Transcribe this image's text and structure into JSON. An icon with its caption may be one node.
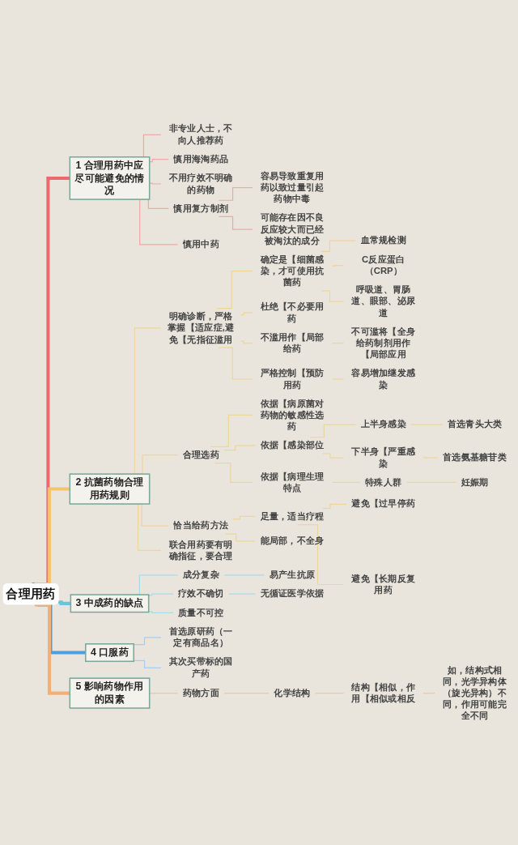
{
  "diagram": {
    "nodes": [
      {
        "text": [
          "合理用药"
        ]
      },
      {
        "text": [
          "1 合理用药中应尽可能避免的情况"
        ]
      },
      {
        "text": [
          "非专业人士，不向人推荐药"
        ]
      },
      {
        "text": [
          "慎用海淘药品"
        ]
      },
      {
        "text": [
          "不用疗效不明确的药物"
        ]
      },
      {
        "text": [
          "慎用复方制剂"
        ]
      },
      {
        "text": [
          "容易导致重复用药以致过量引起药物中毒"
        ]
      },
      {
        "text": [
          "可能存在因不良反应较大而已经被淘汰的成分"
        ]
      },
      {
        "text": [
          "慎用中药"
        ]
      },
      {
        "text": [
          "2 抗菌药物合理用药规则"
        ]
      },
      {
        "text": [
          "明确诊断，严格掌握【适应症,避免【无指征滥用"
        ]
      },
      {
        "text": [
          "确定是【细菌感染，才可使用抗菌药"
        ]
      },
      {
        "text": [
          "血常规检测"
        ]
      },
      {
        "text": [
          "C反应蛋白（CRP）"
        ]
      },
      {
        "text": [
          "呼吸道、胃肠道、眼部、泌尿道"
        ]
      },
      {
        "text": [
          "杜绝【不必要用药"
        ]
      },
      {
        "text": [
          "不滥用作【局部给药"
        ]
      },
      {
        "text": [
          "不可滥将【全身给药制剂用作【局部应用"
        ]
      },
      {
        "text": [
          "容易增加继发感染"
        ]
      },
      {
        "text": [
          "严格控制【预防用药"
        ]
      },
      {
        "text": [
          "合理选药"
        ]
      },
      {
        "text": [
          "依据【病原菌对药物的敏感性选药"
        ]
      },
      {
        "text": [
          "依据【感染部位"
        ]
      },
      {
        "text": [
          "上半身感染"
        ]
      },
      {
        "text": [
          "首选青头大类"
        ]
      },
      {
        "text": [
          "下半身【严重感染"
        ]
      },
      {
        "text": [
          "首选氨基糖苷类"
        ]
      },
      {
        "text": [
          "依据【病理生理特点"
        ]
      },
      {
        "text": [
          "特殊人群"
        ]
      },
      {
        "text": [
          "妊娠期"
        ]
      },
      {
        "text": [
          "恰当给药方法"
        ]
      },
      {
        "text": [
          "足量，适当疗程"
        ]
      },
      {
        "text": [
          "避免【过早停药"
        ]
      },
      {
        "text": [
          "避免【长期反复用药"
        ]
      },
      {
        "text": [
          "能局部，不全身"
        ]
      },
      {
        "text": [
          "联合用药要有明确指征，要合理"
        ]
      },
      {
        "text": [
          "3 中成药的缺点"
        ]
      },
      {
        "text": [
          "成分复杂"
        ]
      },
      {
        "text": [
          "易产生抗原"
        ]
      },
      {
        "text": [
          "疗效不确切"
        ]
      },
      {
        "text": [
          "无循证医学依据"
        ]
      },
      {
        "text": [
          "质量不可控"
        ]
      },
      {
        "text": [
          "4 口服药"
        ]
      },
      {
        "text": [
          "首选原研药（一定有商品名）"
        ]
      },
      {
        "text": [
          "其次买带标的国产药"
        ]
      },
      {
        "text": [
          "5 影响药物作用的因素"
        ]
      },
      {
        "text": [
          "药物方面"
        ]
      },
      {
        "text": [
          "化学结构"
        ]
      },
      {
        "text": [
          "结构【相似，作用【相似或相反"
        ]
      },
      {
        "text": [
          "如，结构式相同，光学异构体（旋光异构）不同，作用可能完全不同"
        ]
      }
    ],
    "edges": [
      {
        "from": 0,
        "to": 1,
        "arrow": "none",
        "style": "thick",
        "color": "#ec6a6f"
      },
      {
        "from": 1,
        "to": 2,
        "arrow": "none",
        "color": "#f2a7a7"
      },
      {
        "from": 1,
        "to": 3,
        "arrow": "none",
        "color": "#f2a7a7"
      },
      {
        "from": 1,
        "to": 4,
        "arrow": "none",
        "color": "#f2a7a7"
      },
      {
        "from": 1,
        "to": 5,
        "arrow": "none",
        "color": "#f2a7a7"
      },
      {
        "from": 5,
        "to": 6,
        "arrow": "none",
        "color": "#f2a7a7"
      },
      {
        "from": 5,
        "to": 7,
        "arrow": "none",
        "color": "#f2a7a7"
      },
      {
        "from": 1,
        "to": 8,
        "arrow": "none",
        "color": "#f2a7a7"
      },
      {
        "from": 0,
        "to": 9,
        "arrow": "none",
        "style": "thick",
        "color": "#f3c56b"
      },
      {
        "from": 9,
        "to": 10,
        "arrow": "none"
      },
      {
        "from": 10,
        "to": 11,
        "arrow": "none"
      },
      {
        "from": 11,
        "to": 12,
        "arrow": "none"
      },
      {
        "from": 11,
        "to": 13,
        "arrow": "none"
      },
      {
        "from": 11,
        "to": 14,
        "arrow": "none"
      },
      {
        "from": 10,
        "to": 15,
        "arrow": "none"
      },
      {
        "from": 10,
        "to": 16,
        "arrow": "none"
      },
      {
        "from": 16,
        "to": 17,
        "arrow": "none"
      },
      {
        "from": 19,
        "to": 18,
        "arrow": "none"
      },
      {
        "from": 10,
        "to": 19,
        "arrow": "none"
      },
      {
        "from": 9,
        "to": 20,
        "arrow": "none"
      },
      {
        "from": 20,
        "to": 21,
        "arrow": "none"
      },
      {
        "from": 20,
        "to": 22,
        "arrow": "none"
      },
      {
        "from": 22,
        "to": 23,
        "arrow": "none"
      },
      {
        "from": 23,
        "to": 24,
        "arrow": "none"
      },
      {
        "from": 22,
        "to": 25,
        "arrow": "none"
      },
      {
        "from": 25,
        "to": 26,
        "arrow": "none"
      },
      {
        "from": 20,
        "to": 27,
        "arrow": "none"
      },
      {
        "from": 27,
        "to": 28,
        "arrow": "none"
      },
      {
        "from": 28,
        "to": 29,
        "arrow": "none"
      },
      {
        "from": 9,
        "to": 30,
        "arrow": "none"
      },
      {
        "from": 30,
        "to": 31,
        "arrow": "none"
      },
      {
        "from": 31,
        "to": 32,
        "arrow": "none"
      },
      {
        "from": 31,
        "to": 33,
        "arrow": "none"
      },
      {
        "from": 30,
        "to": 34,
        "arrow": "none"
      },
      {
        "from": 9,
        "to": 35,
        "arrow": "none"
      },
      {
        "from": 0,
        "to": 36,
        "arrow": "none",
        "style": "thick",
        "color": "#6cc3dc"
      },
      {
        "from": 36,
        "to": 37,
        "arrow": "none",
        "color": "#a9dbe8"
      },
      {
        "from": 37,
        "to": 38,
        "arrow": "none",
        "color": "#a9dbe8"
      },
      {
        "from": 36,
        "to": 39,
        "arrow": "none",
        "color": "#a9dbe8"
      },
      {
        "from": 39,
        "to": 40,
        "arrow": "none",
        "color": "#a9dbe8"
      },
      {
        "from": 36,
        "to": 41,
        "arrow": "none",
        "color": "#a9dbe8"
      },
      {
        "from": 0,
        "to": 42,
        "arrow": "none",
        "style": "thick",
        "color": "#4a9fe0"
      },
      {
        "from": 42,
        "to": 43,
        "arrow": "none",
        "color": "#a9cdee"
      },
      {
        "from": 42,
        "to": 44,
        "arrow": "none",
        "color": "#a9cdee"
      },
      {
        "from": 0,
        "to": 45,
        "arrow": "none",
        "style": "thick",
        "color": "#f0b07a"
      },
      {
        "from": 45,
        "to": 46,
        "arrow": "none",
        "color": "#f3c39c"
      },
      {
        "from": 46,
        "to": 47,
        "arrow": "none",
        "color": "#f3c39c"
      },
      {
        "from": 47,
        "to": 48,
        "arrow": "none",
        "color": "#f3c39c"
      },
      {
        "from": 48,
        "to": 49,
        "arrow": "none",
        "color": "#f3c39c"
      }
    ]
  }
}
